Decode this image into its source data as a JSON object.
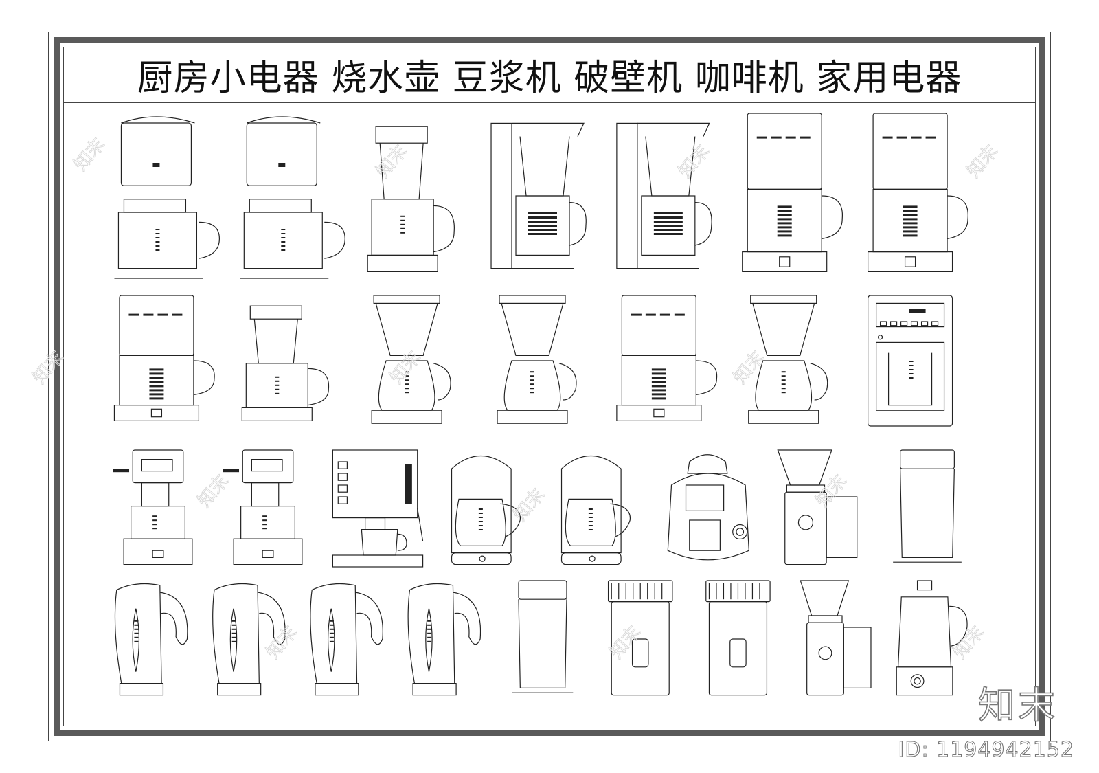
{
  "title": "厨房小电器 烧水壶 豆浆机 破壁机 咖啡机 家用电器",
  "watermark": {
    "brand": "知末",
    "id_label": "ID: 1194942152"
  },
  "colors": {
    "line": "#222222",
    "frame": "#5a5a5a",
    "watermark": "#d9d9d9"
  },
  "appliance_rows": [
    [
      "coffee-maker-tall",
      "coffee-maker-tall",
      "drip-coffee-maker",
      "drip-coffee-maker-side",
      "drip-coffee-maker-side",
      "coffee-maker-box",
      "coffee-maker-box"
    ],
    [
      "coffee-maker-box",
      "drip-coffee-maker",
      "cone-coffee-maker",
      "cone-coffee-maker",
      "coffee-maker-box",
      "cone-coffee-maker",
      "coffee-maker-display"
    ],
    [
      "espresso-machine",
      "espresso-machine",
      "espresso-machine-wide",
      "round-coffee-maker",
      "round-coffee-maker",
      "capsule-machine",
      "coffee-grinder",
      "canister"
    ],
    [
      "electric-kettle",
      "electric-kettle",
      "electric-kettle",
      "electric-kettle",
      "canister",
      "coffee-grinder-small",
      "coffee-grinder-small",
      "coffee-grinder",
      "kettle-round"
    ]
  ]
}
